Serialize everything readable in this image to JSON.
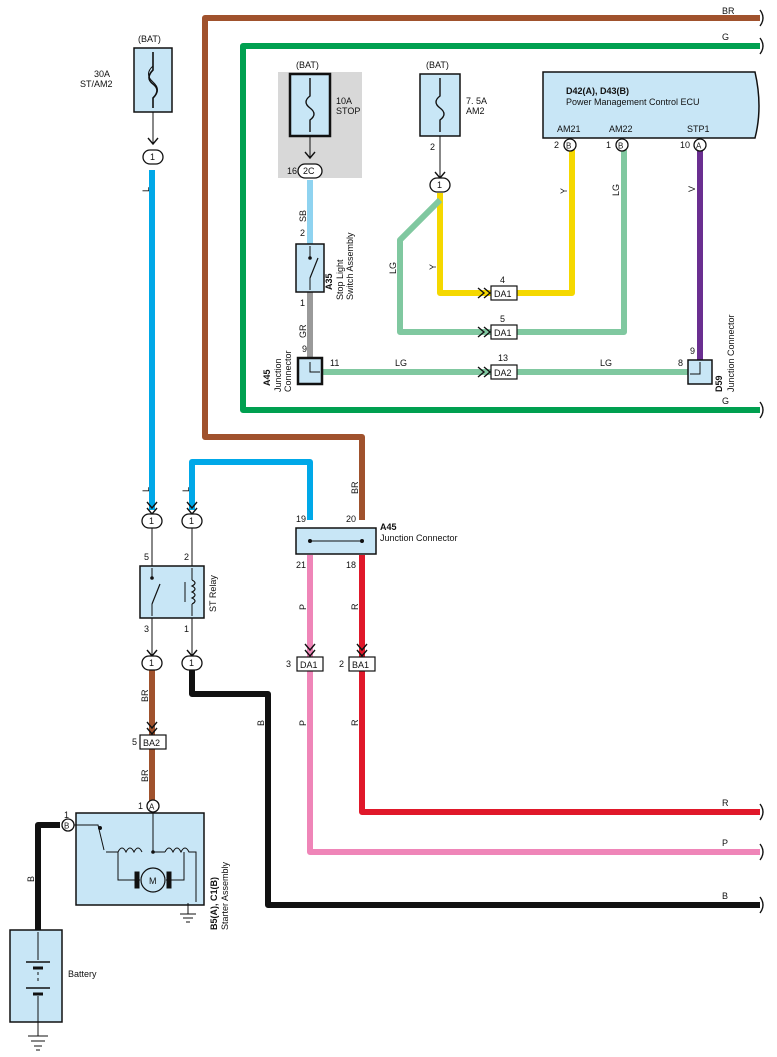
{
  "wire_colors": {
    "BR": "#a0522d",
    "G": "#00a050",
    "L": "#00a8e8",
    "SB": "#8fd3f0",
    "GR": "#9a9a9a",
    "LG": "#80c8a0",
    "Y": "#f5d800",
    "V": "#6a2e90",
    "P": "#ef85b8",
    "R": "#e0182a",
    "B": "#111111",
    "component_fill": "#c8e6f6",
    "grey_box": "#d8d8d8"
  },
  "fuse_am2_30": {
    "source": "(BAT)",
    "rating": "30A",
    "name": "ST/AM2",
    "pin": "1"
  },
  "fuse_stop": {
    "source": "(BAT)",
    "rating": "10A",
    "name": "STOP",
    "pin_num": "16",
    "pin": "2C"
  },
  "fuse_am2_75": {
    "source": "(BAT)",
    "rating": "7. 5A",
    "name": "AM2",
    "pin_num": "2",
    "conn": "1"
  },
  "ecu": {
    "id": "D42(A), D43(B)",
    "name": "Power Management Control ECU",
    "pins": [
      {
        "num": "2",
        "letter": "B",
        "label": "AM21"
      },
      {
        "num": "1",
        "letter": "B",
        "label": "AM22"
      },
      {
        "num": "10",
        "letter": "A",
        "label": "STP1"
      }
    ]
  },
  "stop_switch": {
    "id": "A35",
    "name1": "Stop Light",
    "name2": "Switch Assembly",
    "pin_top": "2",
    "pin_bottom": "1"
  },
  "jc_a45_top": {
    "id": "A45",
    "name1": "Junction",
    "name2": "Connector",
    "pin_top": "9",
    "pin_right": "11"
  },
  "jc_d59": {
    "id": "D59",
    "name": "Junction Connector",
    "pin_top": "9",
    "pin_left": "8"
  },
  "connectors_da": {
    "y_pin": "4",
    "y_conn": "DA1",
    "lg1_pin": "5",
    "lg1_conn": "DA1",
    "lg2_pin": "13",
    "lg2_conn": "DA2"
  },
  "jc_a45_mid": {
    "id": "A45",
    "name": "Junction Connector",
    "pins": [
      "19",
      "20",
      "21",
      "18"
    ]
  },
  "st_relay": {
    "name": "ST Relay",
    "pins": [
      "5",
      "2",
      "3",
      "1"
    ]
  },
  "relay_conn": {
    "top_left": "1",
    "top_right": "1",
    "bottom_left": "1",
    "bottom_right": "1"
  },
  "ba2": {
    "pin": "5",
    "conn": "BA2"
  },
  "da1_p": {
    "pin": "3",
    "conn": "DA1"
  },
  "ba1_r": {
    "pin": "2",
    "conn": "BA1"
  },
  "starter": {
    "id": "B5(A), C1(B)",
    "name": "Starter Assembly",
    "pin_a_num": "1",
    "pin_a": "A",
    "pin_b_num": "1",
    "pin_b": "B",
    "motor": "M"
  },
  "battery": {
    "name": "Battery"
  },
  "wire_labels": {
    "BR": "BR",
    "G": "G",
    "L": "L",
    "SB": "SB",
    "GR": "GR",
    "LG": "LG",
    "Y": "Y",
    "V": "V",
    "P": "P",
    "R": "R",
    "B": "B"
  }
}
